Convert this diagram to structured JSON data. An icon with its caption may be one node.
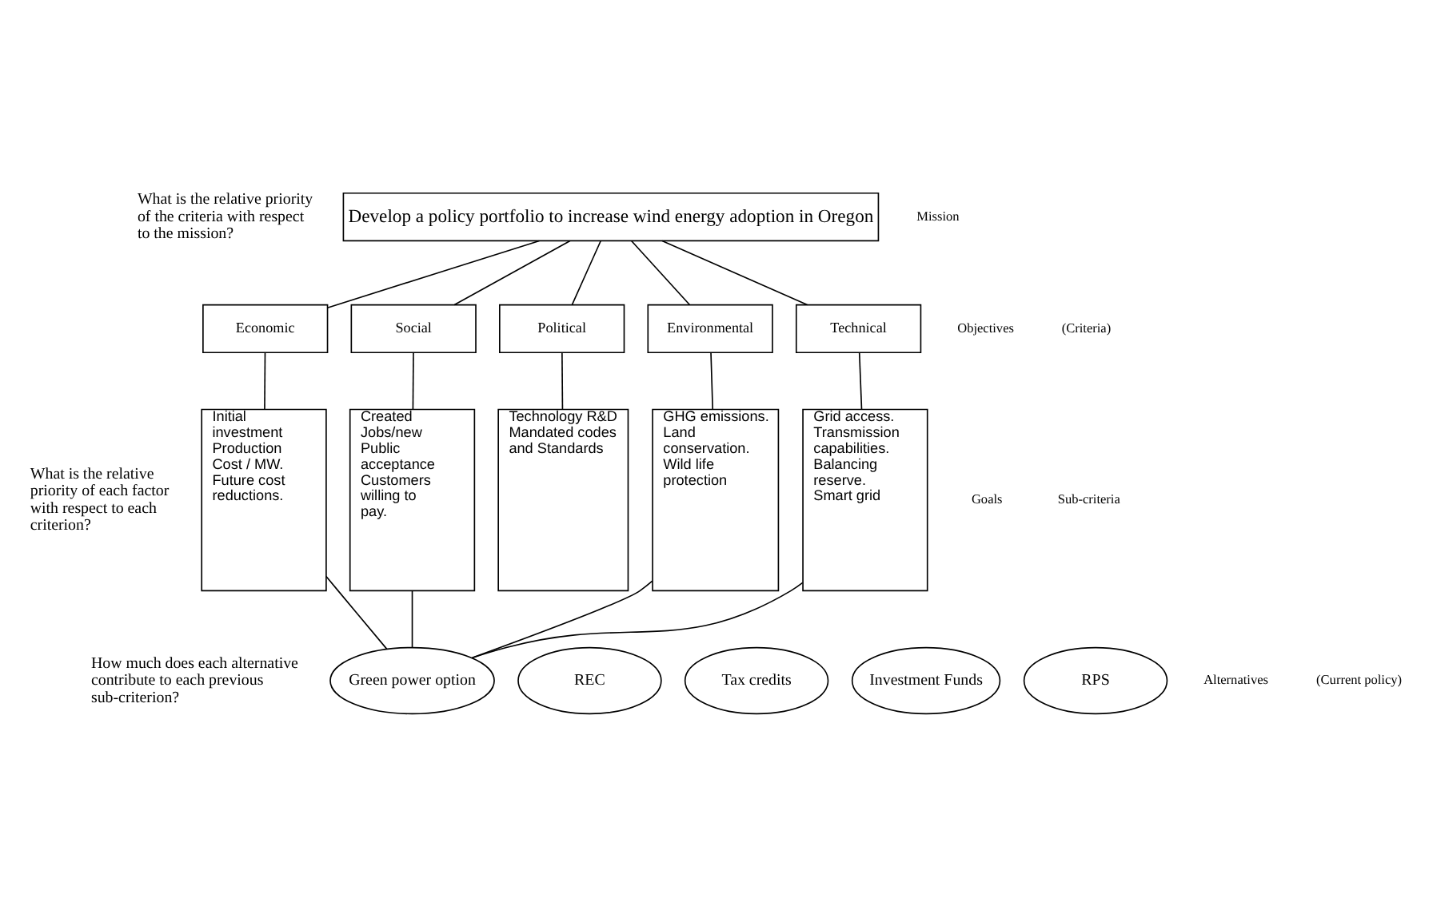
{
  "diagram": {
    "nodes": [
      {
        "text": [
          "Develop a policy portfolio to increase wind energy adoption in Oregon"
        ]
      },
      {
        "text": [
          "Economic"
        ]
      },
      {
        "text": [
          "Social"
        ]
      },
      {
        "text": [
          "Political"
        ]
      },
      {
        "text": [
          "Environmental"
        ]
      },
      {
        "text": [
          "Technical"
        ]
      },
      {
        "text": [
          "Initial investment",
          "Production Cost / MW.",
          "Future cost reductions."
        ]
      },
      {
        "text": [
          "Created Jobs/new",
          "Public acceptance",
          "Customers willing to pay."
        ]
      },
      {
        "text": [
          "Technology R&D",
          "Mandated codes and Standards"
        ]
      },
      {
        "text": [
          "GHG emissions.",
          "Land conservation.",
          "Wild life protection"
        ]
      },
      {
        "text": [
          "Grid access.",
          "Transmission capabilities.",
          "Balancing reserve.",
          "Smart grid"
        ]
      },
      {
        "text": [
          "Green power option"
        ]
      },
      {
        "text": [
          "REC"
        ]
      },
      {
        "text": [
          "Tax credits"
        ]
      },
      {
        "text": [
          "Investment Funds"
        ]
      },
      {
        "text": [
          "RPS"
        ]
      }
    ],
    "edges": [
      {
        "from": 0,
        "to": 1,
        "arrow": "none"
      },
      {
        "from": 0,
        "to": 2,
        "arrow": "none"
      },
      {
        "from": 0,
        "to": 3,
        "arrow": "none"
      },
      {
        "from": 0,
        "to": 4,
        "arrow": "none"
      },
      {
        "from": 0,
        "to": 5,
        "arrow": "none"
      },
      {
        "from": 1,
        "to": 6,
        "arrow": "none"
      },
      {
        "from": 2,
        "to": 7,
        "arrow": "none"
      },
      {
        "from": 3,
        "to": 8,
        "arrow": "none"
      },
      {
        "from": 4,
        "to": 9,
        "arrow": "none"
      },
      {
        "from": 5,
        "to": 10,
        "arrow": "none"
      },
      {
        "from": 6,
        "to": 11,
        "arrow": "none"
      },
      {
        "from": 7,
        "to": 11,
        "arrow": "none"
      },
      {
        "from": 9,
        "to": 11,
        "arrow": "none"
      },
      {
        "from": 10,
        "to": 11,
        "arrow": "none"
      }
    ],
    "labels": [
      "Mission",
      "What is the relative priority of the criteria with respect to the mission?",
      "Objectives",
      "(Criteria)",
      "What is the relative priority of each factor with respect to each criterion?",
      "Goals",
      "Sub-criteria",
      "How much does each alternative contribute to each previous sub-criterion?",
      "Alternatives",
      "(Current policy)"
    ]
  }
}
